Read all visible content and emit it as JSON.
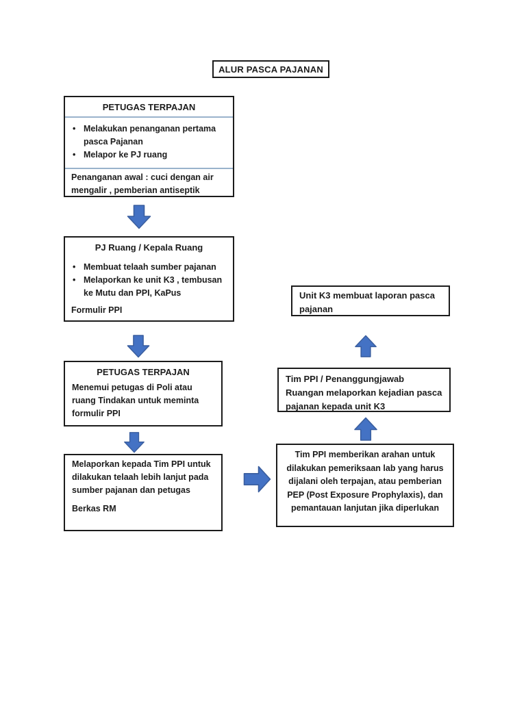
{
  "title": "ALUR PASCA PAJANAN",
  "colors": {
    "arrow_fill": "#4472C4",
    "arrow_border": "#3A5E9E",
    "box_border": "#1b1b1b",
    "header_divider": "#99B2CB",
    "background": "#ffffff"
  },
  "boxes": {
    "petugas_terpajan_1": {
      "header": "PETUGAS TERPAJAN",
      "bullets": [
        "Melakukan penanganan pertama pasca Pajanan",
        "Melapor ke PJ ruang"
      ],
      "footer": "Penanganan awal : cuci dengan air mengalir , pemberian antiseptik"
    },
    "pj_ruang": {
      "header": "PJ Ruang / Kepala Ruang",
      "bullets": [
        "Membuat telaah sumber pajanan",
        "Melaporkan ke unit K3 , tembusan ke Mutu dan PPI, KaPus"
      ],
      "footer": "Formulir PPI"
    },
    "petugas_terpajan_2": {
      "header": "PETUGAS TERPAJAN",
      "body": "Menemui petugas di Poli atau ruang Tindakan untuk meminta formulir PPI"
    },
    "lapor_tim_ppi": {
      "body": "Melaporkan kepada Tim PPI untuk dilakukan telaah lebih lanjut pada sumber pajanan dan petugas",
      "footer": "Berkas RM"
    },
    "unit_k3": {
      "body": "Unit K3 membuat laporan pasca pajanan"
    },
    "tim_ppi_lapor": {
      "body": "Tim PPI / Penanggungjawab Ruangan melaporkan kejadian pasca pajanan kepada unit K3"
    },
    "tim_ppi_arahan": {
      "body": "Tim PPI memberikan arahan untuk dilakukan pemeriksaan lab yang harus dijalani oleh terpajan, atau pemberian PEP (Post Exposure Prophylaxis), dan pemantauan lanjutan jika diperlukan"
    }
  }
}
